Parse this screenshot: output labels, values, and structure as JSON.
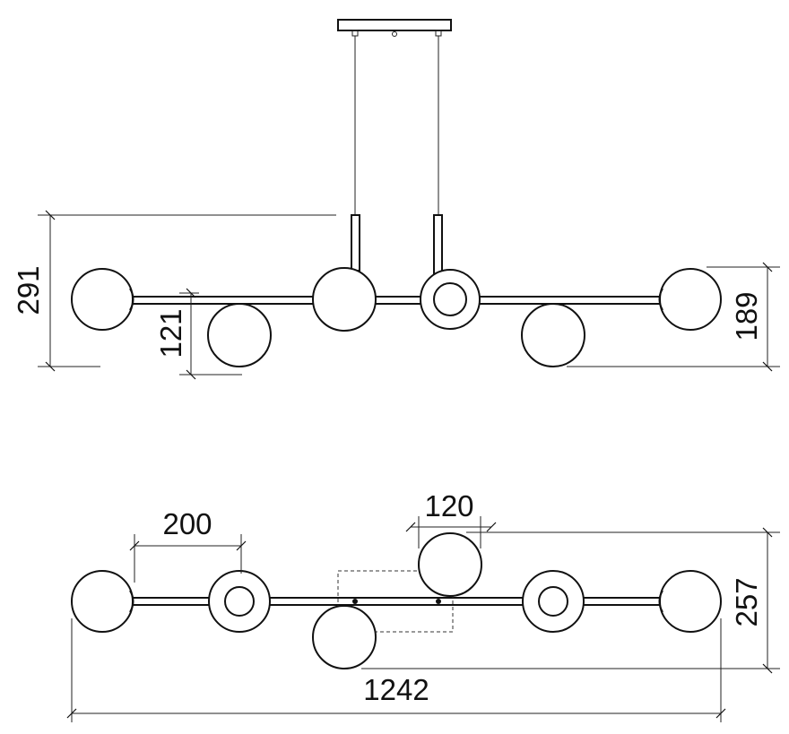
{
  "drawing": {
    "side_view": {
      "dimensions": {
        "overall_height": "291",
        "lower_offset": "121",
        "globe_drop": "189"
      }
    },
    "top_view": {
      "dimensions": {
        "arm_spacing": "200",
        "center_offset": "120",
        "depth": "257",
        "overall_length": "1242"
      }
    }
  }
}
